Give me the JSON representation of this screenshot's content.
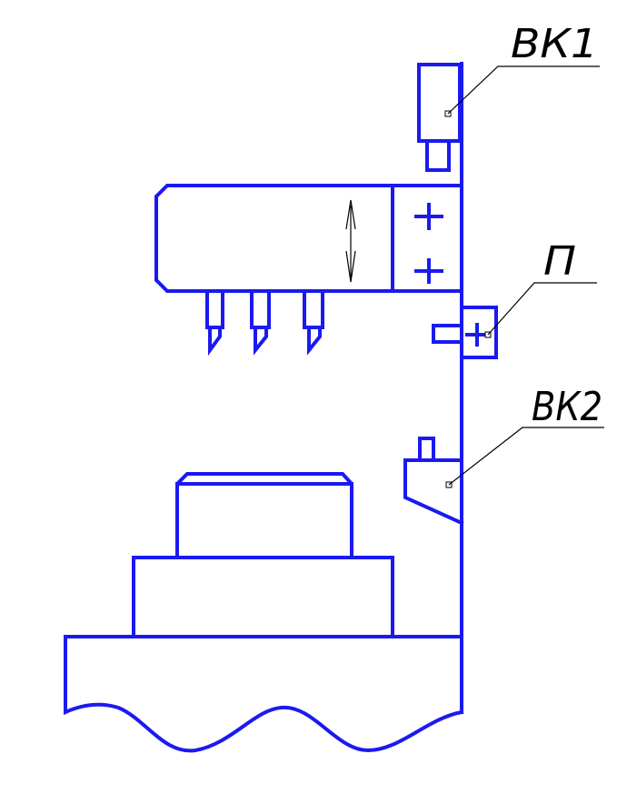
{
  "labels": {
    "vk1": "ВК1",
    "p": "П",
    "vk2": "ВК2"
  },
  "colors": {
    "line": "#1a1af0",
    "leader": "#000000",
    "background": "#ffffff"
  }
}
